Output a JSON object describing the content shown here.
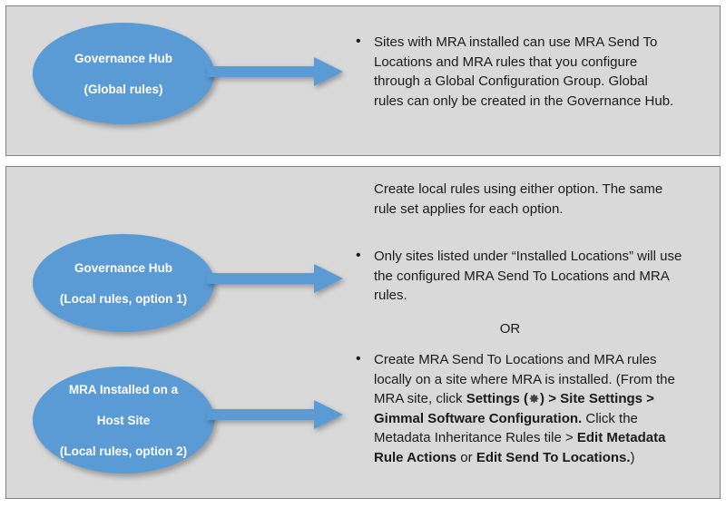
{
  "colors": {
    "panel_bg": "#D9D9D9",
    "panel_border": "#808080",
    "shape_fill": "#5B9BD5",
    "shape_text": "#FFFFFF",
    "body_text": "#1A1A1A",
    "page_bg": "#FFFFFF"
  },
  "panels": [
    {
      "id": "global",
      "shape": {
        "name": "governance-hub-global",
        "line1": "Governance Hub",
        "line2": "(Global rules)"
      },
      "arrow": {
        "name": "arrow-global",
        "direction": "right"
      },
      "blocks": [
        {
          "type": "bullet",
          "text": "Sites with MRA installed can use MRA Send To Locations and MRA rules that you configure through a Global Configuration Group. Global rules can only be created in the Governance Hub."
        }
      ]
    },
    {
      "id": "local",
      "intro": "Create local rules using either option. The same rule set applies for each option.",
      "or_label": "OR",
      "shapes": [
        {
          "name": "governance-hub-local-option-1",
          "line1": "Governance Hub",
          "line2": "(Local rules, option 1)"
        },
        {
          "name": "mra-installed-host-site-option-2",
          "line1": "MRA Installed on a",
          "line2": "Host Site",
          "line3": "(Local rules, option 2)"
        }
      ],
      "option1_bullet": "Only sites listed under “Installed Locations” will use the configured MRA Send To Locations and MRA rules.",
      "option2_bullet": {
        "seg1": "Create MRA Send To Locations and MRA rules locally on a site where MRA is installed. (From the MRA site, click ",
        "bold1": "Settings",
        "seg_paren_open": " (",
        "gear_icon": "gear-icon",
        "seg_paren_close": ") > ",
        "bold2": "Site Settings",
        "seg2": " > ",
        "bold3": "Gimmal Software Configuration.",
        "seg3": " Click the Metadata Inheritance Rules tile > ",
        "bold4": "Edit Metadata Rule Actions",
        "seg4": " or ",
        "bold5": "Edit Send To Locations.",
        "seg5": ")"
      }
    }
  ]
}
